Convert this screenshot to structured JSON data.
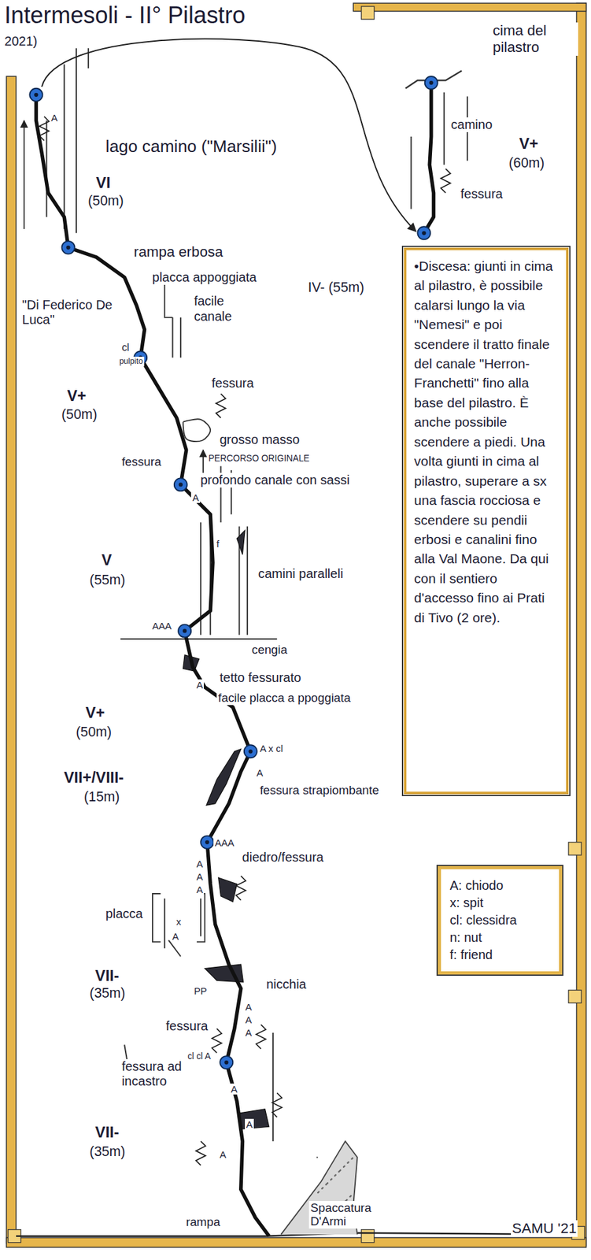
{
  "diagram": {
    "title": "Intermesoli - II° Pilastro",
    "nodes": [
      {
        "text": [
          "•Discesa: giunti in cima al pilastro, è possibile calarsi lungo la via \"Nemesi\" e poi scendere il tratto finale del canale \"Herron-Franchetti\" fino alla base del pilastro. È anche possibile scendere a piedi. Una volta giunti in cima al pilastro, superare a sx una fascia rocciosa e scendere su pendii erbosi e canalini fino alla Val Maone. Da qui con il sentiero d'accesso fino ai Prati di Tivo (2 ore)."
        ]
      }
    ],
    "labels": [
      "2021)",
      "lago camino (\"Marsilii\")",
      "VI",
      "(50m)",
      "cima del pilastro",
      "camino",
      "V+",
      "(60m)",
      "fessura",
      "rampa erbosa",
      "placca appoggiata",
      "facile canale",
      "IV- (55m)",
      "\"Di Federico De Luca\"",
      "cl",
      "pulpito",
      "fessura",
      "V+",
      "(50m)",
      "grosso masso",
      "fessura",
      "PERCORSO ORIGINALE",
      "profondo canale con sassi",
      "V",
      "(55m)",
      "camini paralleli",
      "cengia",
      "tetto fessurato",
      "facile placca a ppoggiata",
      "V+",
      "(50m)",
      "A x cl",
      "VII+/VIII-",
      "(15m)",
      "fessura strapiombante",
      "diedro/fessura",
      "placca",
      "VII-",
      "(35m)",
      "nicchia",
      "fessura",
      "fessura ad incastro",
      "VII-",
      "(35m)",
      "rampa",
      "Spaccatura D'Armi",
      "SAMU '21",
      "A",
      "f",
      "A",
      "AAA",
      "A",
      "A",
      "AAA",
      "A",
      "A",
      "A",
      "x",
      "A",
      "PP",
      "A",
      "A",
      "A",
      "cl cl A",
      "A",
      "A",
      "A"
    ],
    "legend": [
      {
        "text": "A: chiodo"
      },
      {
        "text": "x: spit"
      },
      {
        "text": "cl: clessidra"
      },
      {
        "text": "n: nut"
      },
      {
        "text": "f: friend"
      }
    ]
  }
}
